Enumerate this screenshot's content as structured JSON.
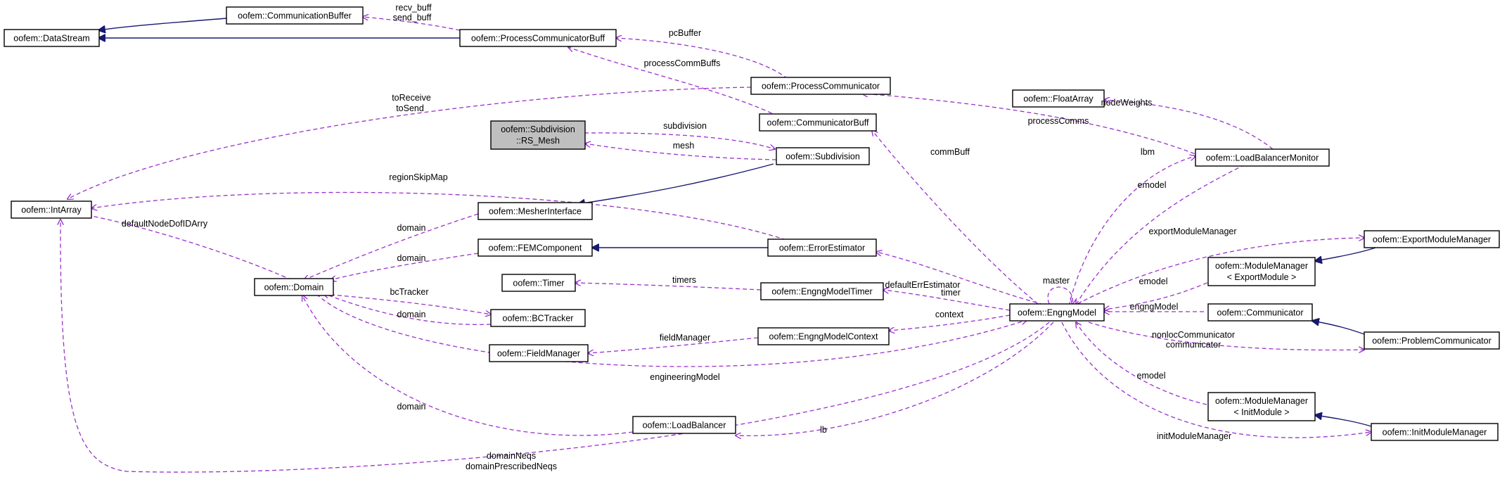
{
  "title": "Collaboration diagram for oofem::Subdivision::RS_Mesh",
  "colors": {
    "usage_edge": "#9a32cd",
    "inheritance_edge": "#191970",
    "focus_node_fill": "#bfbfbf",
    "node_fill": "#ffffff"
  },
  "nodes": {
    "datastream": "oofem::DataStream",
    "commbuffer": "oofem::CommunicationBuffer",
    "pcbuff": "oofem::ProcessCommunicatorBuff",
    "pcomm": "oofem::ProcessCommunicator",
    "commbuff": "oofem::CommunicatorBuff",
    "rsmesh_1": "oofem::Subdivision",
    "rsmesh_2": "::RS_Mesh",
    "subdivision": "oofem::Subdivision",
    "intarray": "oofem::IntArray",
    "mesher": "oofem::MesherInterface",
    "femcomp": "oofem::FEMComponent",
    "errest": "oofem::ErrorEstimator",
    "domain": "oofem::Domain",
    "timer": "oofem::Timer",
    "emtimer": "oofem::EngngModelTimer",
    "bctracker": "oofem::BCTracker",
    "fieldmgr": "oofem::FieldManager",
    "emcontext": "oofem::EngngModelContext",
    "loadbal": "oofem::LoadBalancer",
    "engng": "oofem::EngngModel",
    "floatarray": "oofem::FloatArray",
    "lbmon": "oofem::LoadBalancerMonitor",
    "expmm": "oofem::ExportModuleManager",
    "mmexp_1": "oofem::ModuleManager",
    "mmexp_2": "< ExportModule >",
    "communicator": "oofem::Communicator",
    "probcomm": "oofem::ProblemCommunicator",
    "mminit_1": "oofem::ModuleManager",
    "mminit_2": "< InitModule >",
    "initmm": "oofem::InitModuleManager"
  },
  "edge_labels": {
    "recv_buff": "recv_buff",
    "send_buff": "send_buff",
    "pcBuffer": "pcBuffer",
    "processCommBuffs": "processCommBuffs",
    "toReceive": "toReceive",
    "toSend": "toSend",
    "processComms": "processComms",
    "nodeWeights": "nodeWeights",
    "subdivision": "subdivision",
    "mesh": "mesh",
    "commBuff": "commBuff",
    "lbm": "lbm",
    "regionSkipMap": "regionSkipMap",
    "emodel_lbm": "emodel",
    "defaultNodeDofIDArry": "defaultNodeDofIDArry",
    "domain_mesher": "domain",
    "domain_fem": "domain",
    "exportModuleManager": "exportModuleManager",
    "emodel_mmexp": "emodel",
    "bcTracker": "bcTracker",
    "domain_bc": "domain",
    "timers": "timers",
    "defaultErrEstimator": "defaultErrEstimator",
    "master": "master",
    "timer": "timer",
    "engngModel": "engngModel",
    "context": "context",
    "fieldManager": "fieldManager",
    "nonlocCommunicator": "nonlocCommunicator",
    "communicator": "communicator",
    "engineeringModel": "engineeringModel",
    "emodel_init": "emodel",
    "domain_lb": "domain",
    "lb": "lb",
    "initModuleManager": "initModuleManager",
    "domainNeqs": "domainNeqs",
    "domainPrescribedNeqs": "domainPrescribedNeqs"
  }
}
